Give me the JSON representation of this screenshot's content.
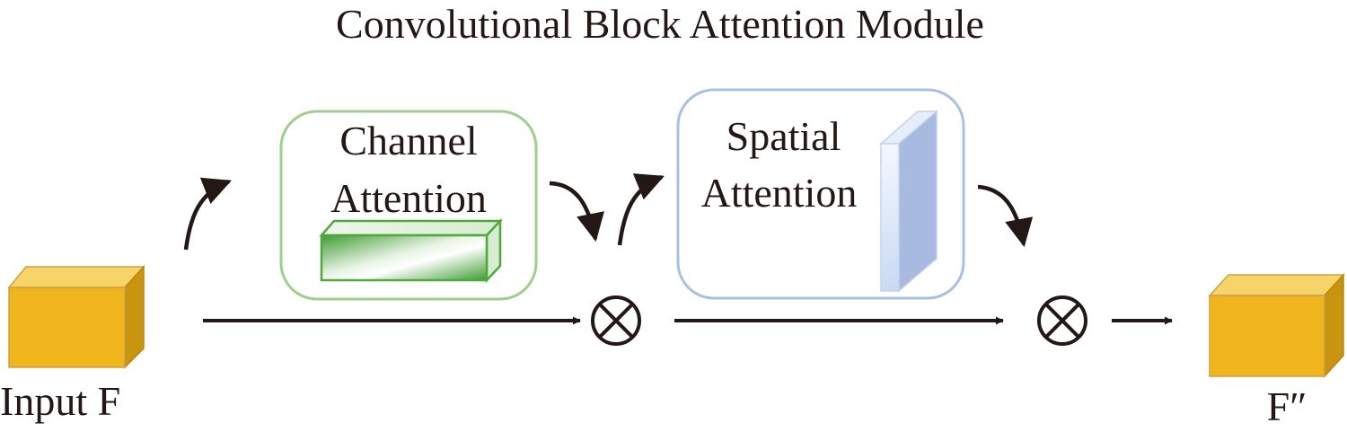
{
  "title": "Convolutional Block Attention Module",
  "channel_attention": {
    "line1": "Channel",
    "line2": "Attention"
  },
  "spatial_attention": {
    "line1": "Spatial",
    "line2": "Attention"
  },
  "input_label": "Input F",
  "output_label": "F″",
  "operator_symbol": "multiply",
  "colors": {
    "text": "#231815",
    "arrow": "#231815",
    "feature_cube_front": "#f0b41c",
    "feature_cube_top": "#f7d46a",
    "feature_cube_side": "#c9940f",
    "channel_box_border": "#9fcf8c",
    "channel_bar": "#4fa83c",
    "spatial_box_border": "#a9bfe3",
    "spatial_plate": "#a8badf"
  }
}
